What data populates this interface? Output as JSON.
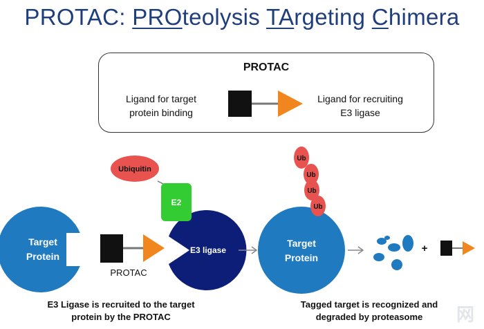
{
  "title": {
    "parts": [
      {
        "text": "PROTAC: ",
        "u": false
      },
      {
        "text": "PRO",
        "u": true
      },
      {
        "text": "teolysis ",
        "u": false
      },
      {
        "text": "TA",
        "u": true
      },
      {
        "text": "rgeting ",
        "u": false
      },
      {
        "text": "C",
        "u": true
      },
      {
        "text": "himera",
        "u": false
      }
    ]
  },
  "protac_box": {
    "heading": "PROTAC",
    "left_label_line1": "Ligand for target",
    "left_label_line2": "protein binding",
    "right_label_line1": "Ligand for recruiting",
    "right_label_line2": "E3 ligase"
  },
  "left_scene": {
    "target_line1": "Target",
    "target_line2": "Protein",
    "protac_label": "PROTAC",
    "ubiquitin_label": "Ubiquitin",
    "e2_label": "E2",
    "e3_label": "E3 ligase",
    "caption_line1": "E3 Ligase is recruited to the target",
    "caption_line2": "protein by the PROTAC"
  },
  "right_scene": {
    "target_line1": "Target",
    "target_line2": "Protein",
    "ub_labels": [
      "Ub",
      "Ub",
      "Ub",
      "Ub"
    ],
    "plus_sign": "+",
    "caption_line1": "Tagged target is recognized and",
    "caption_line2": "degraded by proteasome"
  },
  "watermark": "网",
  "colors": {
    "title": "#1f3e7c",
    "target_blue": "#1f7ac0",
    "e3_navy": "#0c1e78",
    "e2_green": "#33cc33",
    "ubiquitin_red": "#e8534f",
    "linker_orange": "#f0861d",
    "block_black": "#111111",
    "linker_gray": "#777777"
  }
}
